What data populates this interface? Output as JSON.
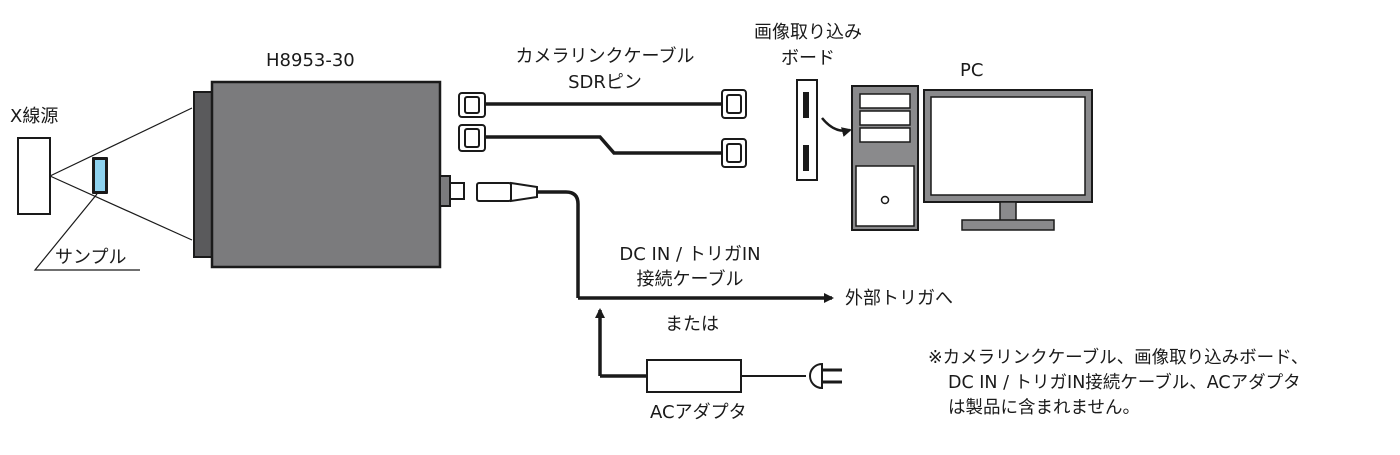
{
  "labels": {
    "camera_model": "H8953-30",
    "xray_source": "X線源",
    "sample": "サンプル",
    "camera_link_cable_line1": "カメラリンクケーブル",
    "camera_link_cable_line2": "SDRピン",
    "capture_board_line1": "画像取り込み",
    "capture_board_line2": "ボード",
    "pc": "PC",
    "dc_cable_line1": "DC IN / トリガIN",
    "dc_cable_line2": "接続ケーブル",
    "external_trigger": "外部トリガへ",
    "or": "または",
    "ac_adapter": "ACアダプタ"
  },
  "note": {
    "line1": "※カメラリンクケーブル、画像取り込みボード、",
    "line2": "DC IN / トリガIN接続ケーブル、ACアダプタ",
    "line3": "は製品に含まれません。"
  },
  "colors": {
    "camera_body": "#7b7b7d",
    "camera_front": "#5a5a5c",
    "sample_fill": "#8ed3f0",
    "line": "#1a1a1a"
  }
}
